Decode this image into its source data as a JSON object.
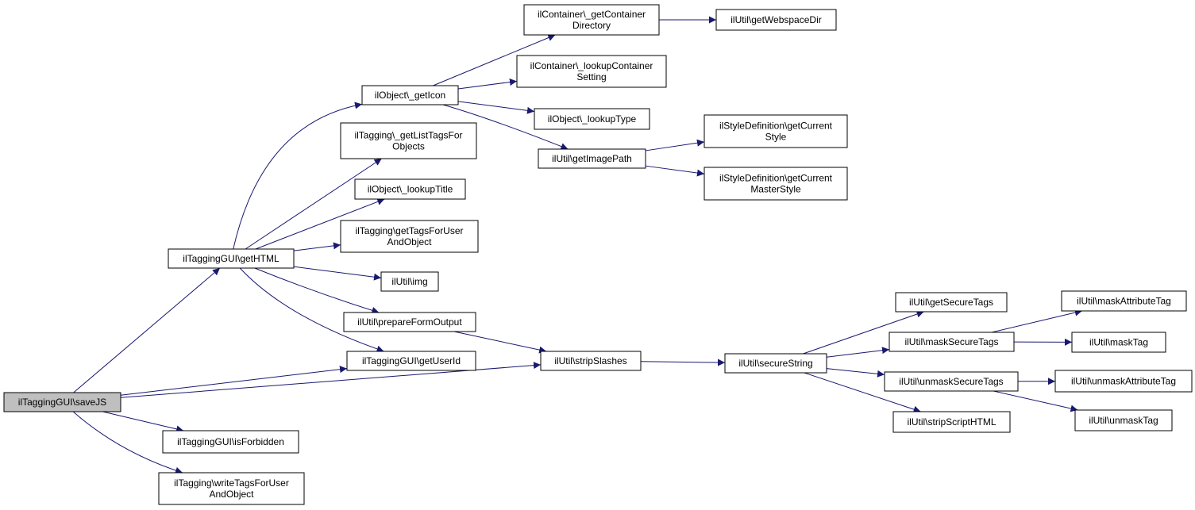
{
  "diagram": {
    "type": "call-graph",
    "edge_color": "#191970",
    "root_fill": "#bfbfbf",
    "nodes": [
      {
        "id": "saveJS",
        "lines": [
          "ilTaggingGUI\\saveJS"
        ],
        "root": true
      },
      {
        "id": "getHTML",
        "lines": [
          "ilTaggingGUI\\getHTML"
        ]
      },
      {
        "id": "getUserId",
        "lines": [
          "ilTaggingGUI\\getUserId"
        ]
      },
      {
        "id": "stripSlashes",
        "lines": [
          "ilUtil\\stripSlashes"
        ]
      },
      {
        "id": "isForbidden",
        "lines": [
          "ilTaggingGUI\\isForbidden"
        ]
      },
      {
        "id": "writeTags",
        "lines": [
          "ilTagging\\writeTagsForUser",
          "AndObject"
        ]
      },
      {
        "id": "getIcon",
        "lines": [
          "ilObject\\_getIcon"
        ]
      },
      {
        "id": "getListTags",
        "lines": [
          "ilTagging\\_getListTagsFor",
          "Objects"
        ]
      },
      {
        "id": "lookupTitle",
        "lines": [
          "ilObject\\_lookupTitle"
        ]
      },
      {
        "id": "getTagsForUser",
        "lines": [
          "ilTagging\\getTagsForUser",
          "AndObject"
        ]
      },
      {
        "id": "img",
        "lines": [
          "ilUtil\\img"
        ]
      },
      {
        "id": "prepareForm",
        "lines": [
          "ilUtil\\prepareFormOutput"
        ]
      },
      {
        "id": "getContainerDir",
        "lines": [
          "ilContainer\\_getContainer",
          "Directory"
        ]
      },
      {
        "id": "lookupContainer",
        "lines": [
          "ilContainer\\_lookupContainer",
          "Setting"
        ]
      },
      {
        "id": "lookupType",
        "lines": [
          "ilObject\\_lookupType"
        ]
      },
      {
        "id": "getImagePath",
        "lines": [
          "ilUtil\\getImagePath"
        ]
      },
      {
        "id": "getWebspace",
        "lines": [
          "ilUtil\\getWebspaceDir"
        ]
      },
      {
        "id": "getCurrentStyle",
        "lines": [
          "ilStyleDefinition\\getCurrent",
          "Style"
        ]
      },
      {
        "id": "getCurrentMaster",
        "lines": [
          "ilStyleDefinition\\getCurrent",
          "MasterStyle"
        ]
      },
      {
        "id": "secureString",
        "lines": [
          "ilUtil\\secureString"
        ]
      },
      {
        "id": "getSecureTags",
        "lines": [
          "ilUtil\\getSecureTags"
        ]
      },
      {
        "id": "maskSecureTags",
        "lines": [
          "ilUtil\\maskSecureTags"
        ]
      },
      {
        "id": "unmaskSecureTags",
        "lines": [
          "ilUtil\\unmaskSecureTags"
        ]
      },
      {
        "id": "stripScript",
        "lines": [
          "ilUtil\\stripScriptHTML"
        ]
      },
      {
        "id": "maskAttr",
        "lines": [
          "ilUtil\\maskAttributeTag"
        ]
      },
      {
        "id": "maskTag",
        "lines": [
          "ilUtil\\maskTag"
        ]
      },
      {
        "id": "unmaskAttr",
        "lines": [
          "ilUtil\\unmaskAttributeTag"
        ]
      },
      {
        "id": "unmaskTag",
        "lines": [
          "ilUtil\\unmaskTag"
        ]
      }
    ],
    "edges": [
      [
        "saveJS",
        "getHTML"
      ],
      [
        "saveJS",
        "getUserId"
      ],
      [
        "saveJS",
        "stripSlashes"
      ],
      [
        "saveJS",
        "isForbidden"
      ],
      [
        "saveJS",
        "writeTags"
      ],
      [
        "getHTML",
        "getIcon"
      ],
      [
        "getHTML",
        "getListTags"
      ],
      [
        "getHTML",
        "lookupTitle"
      ],
      [
        "getHTML",
        "getTagsForUser"
      ],
      [
        "getHTML",
        "img"
      ],
      [
        "getHTML",
        "prepareForm"
      ],
      [
        "getHTML",
        "getUserId"
      ],
      [
        "getIcon",
        "getContainerDir"
      ],
      [
        "getIcon",
        "lookupContainer"
      ],
      [
        "getIcon",
        "lookupType"
      ],
      [
        "getIcon",
        "getImagePath"
      ],
      [
        "getContainerDir",
        "getWebspace"
      ],
      [
        "getImagePath",
        "getCurrentStyle"
      ],
      [
        "getImagePath",
        "getCurrentMaster"
      ],
      [
        "prepareForm",
        "stripSlashes"
      ],
      [
        "stripSlashes",
        "secureString"
      ],
      [
        "secureString",
        "getSecureTags"
      ],
      [
        "secureString",
        "maskSecureTags"
      ],
      [
        "secureString",
        "unmaskSecureTags"
      ],
      [
        "secureString",
        "stripScript"
      ],
      [
        "maskSecureTags",
        "maskAttr"
      ],
      [
        "maskSecureTags",
        "maskTag"
      ],
      [
        "unmaskSecureTags",
        "unmaskAttr"
      ],
      [
        "unmaskSecureTags",
        "unmaskTag"
      ]
    ]
  }
}
